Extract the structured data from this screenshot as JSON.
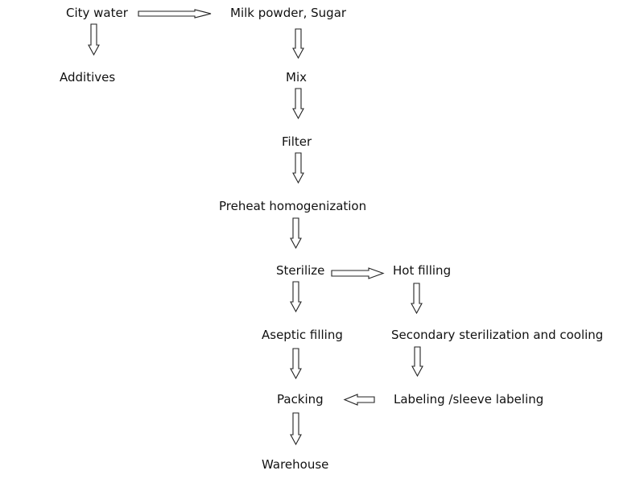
{
  "diagram": {
    "nodes": {
      "city_water": "City water",
      "milk_powder_sugar": "Milk powder, Sugar",
      "additives": "Additives",
      "mix": "Mix",
      "filter": "Filter",
      "preheat_homogenization": "Preheat homogenization",
      "sterilize": "Sterilize",
      "hot_filling": "Hot filling",
      "aseptic_filling": "Aseptic filling",
      "secondary_sterilization_cooling": "Secondary sterilization and cooling",
      "packing": "Packing",
      "labeling": "Labeling /sleeve labeling",
      "warehouse": "Warehouse"
    },
    "edges": [
      {
        "from": "city_water",
        "to": "milk_powder_sugar"
      },
      {
        "from": "city_water",
        "to": "additives"
      },
      {
        "from": "milk_powder_sugar",
        "to": "mix"
      },
      {
        "from": "mix",
        "to": "filter"
      },
      {
        "from": "filter",
        "to": "preheat_homogenization"
      },
      {
        "from": "preheat_homogenization",
        "to": "sterilize"
      },
      {
        "from": "sterilize",
        "to": "hot_filling"
      },
      {
        "from": "sterilize",
        "to": "aseptic_filling"
      },
      {
        "from": "hot_filling",
        "to": "secondary_sterilization_cooling"
      },
      {
        "from": "aseptic_filling",
        "to": "packing"
      },
      {
        "from": "secondary_sterilization_cooling",
        "to": "labeling"
      },
      {
        "from": "labeling",
        "to": "packing"
      },
      {
        "from": "packing",
        "to": "warehouse"
      }
    ]
  }
}
